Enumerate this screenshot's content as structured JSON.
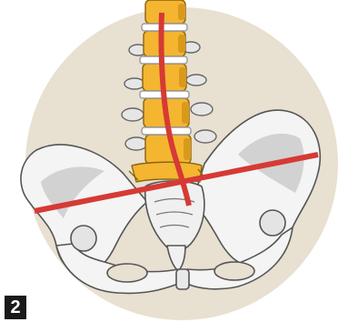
{
  "figure": {
    "step_number": "2",
    "colors": {
      "background_circle": "#e8e0d0",
      "bone": "#f4f4f4",
      "bone_outline": "#555555",
      "bone_shadow": "#c9c9c9",
      "vertebra": "#f4b531",
      "vertebra_dark": "#d99a1c",
      "disc": "#ffffff",
      "alignment_line": "#d63a35"
    },
    "icons": [
      "pelvis-illustration",
      "lumbar-spine-illustration",
      "spine-axis-line",
      "pelvic-tilt-line"
    ]
  }
}
